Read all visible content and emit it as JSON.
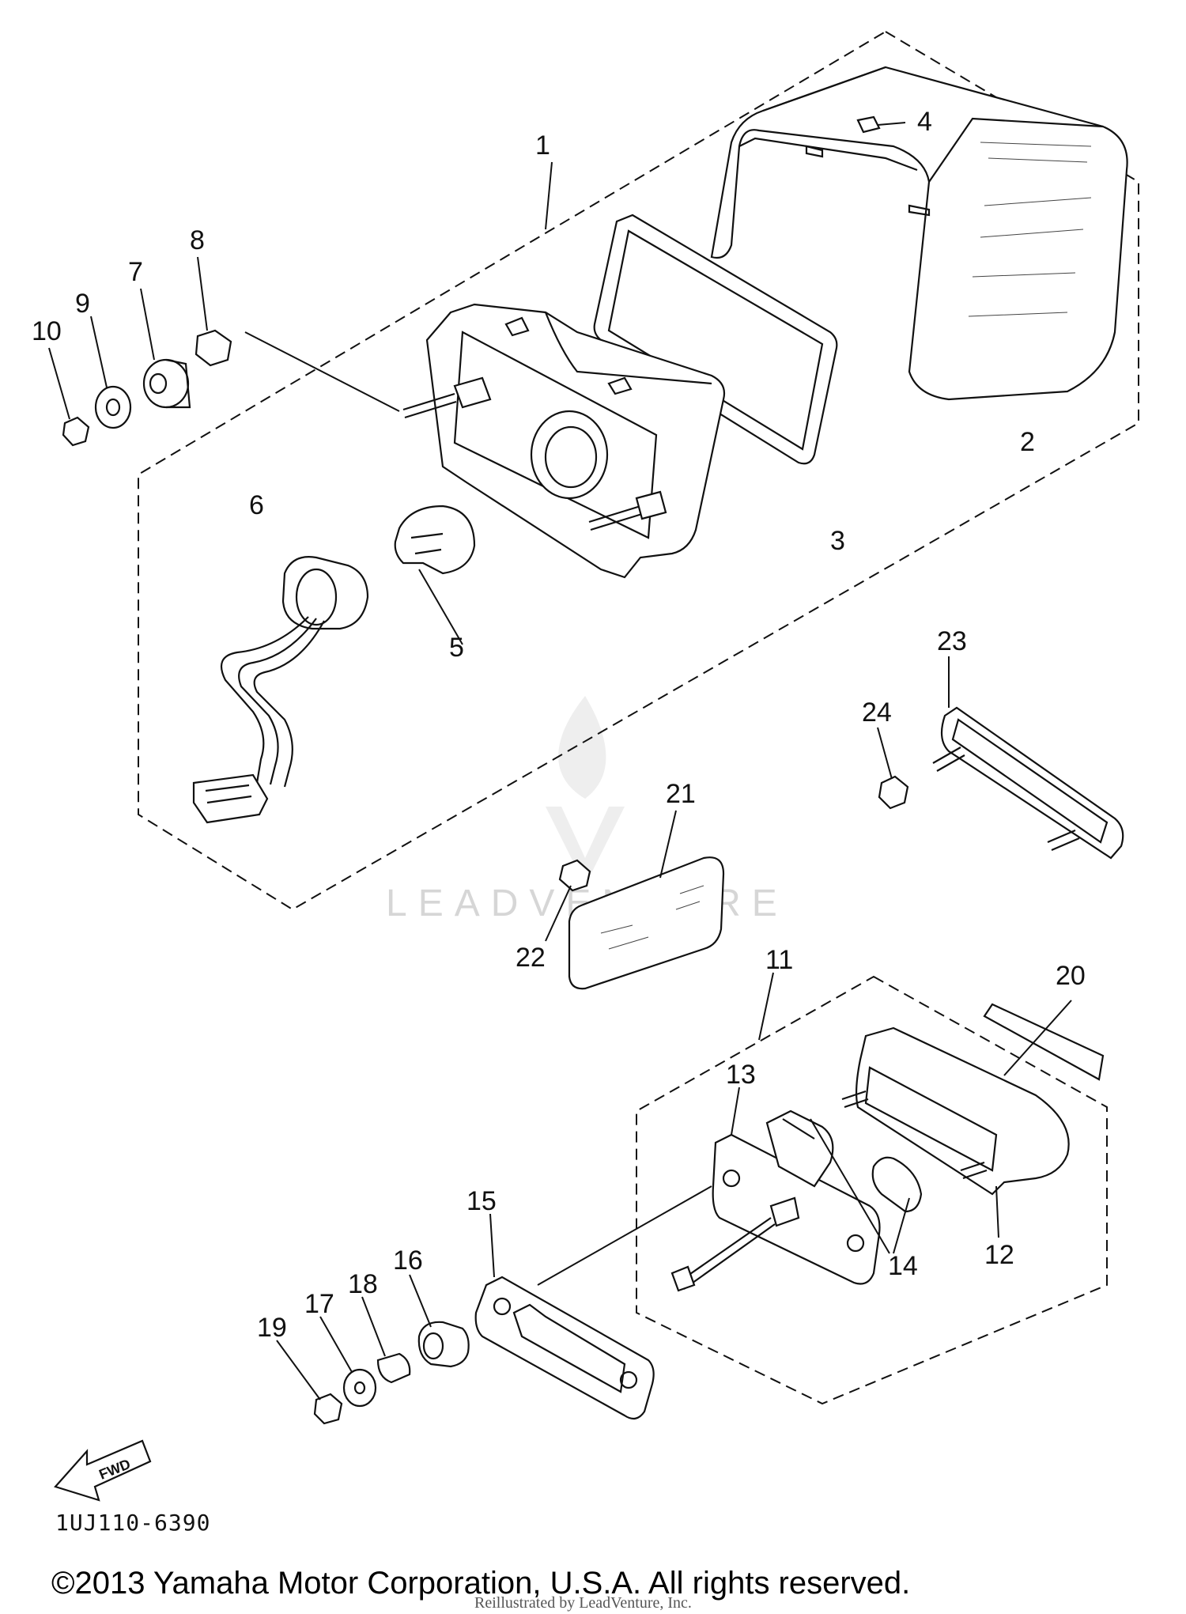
{
  "diagram": {
    "callouts": [
      {
        "id": "c1",
        "label": "1"
      },
      {
        "id": "c2",
        "label": "2"
      },
      {
        "id": "c3",
        "label": "3"
      },
      {
        "id": "c4",
        "label": "4"
      },
      {
        "id": "c5",
        "label": "5"
      },
      {
        "id": "c6",
        "label": "6"
      },
      {
        "id": "c7",
        "label": "7"
      },
      {
        "id": "c8",
        "label": "8"
      },
      {
        "id": "c9",
        "label": "9"
      },
      {
        "id": "c10",
        "label": "10"
      },
      {
        "id": "c11",
        "label": "11"
      },
      {
        "id": "c12",
        "label": "12"
      },
      {
        "id": "c13",
        "label": "13"
      },
      {
        "id": "c14",
        "label": "14"
      },
      {
        "id": "c15",
        "label": "15"
      },
      {
        "id": "c16",
        "label": "16"
      },
      {
        "id": "c17",
        "label": "17"
      },
      {
        "id": "c18",
        "label": "18"
      },
      {
        "id": "c19",
        "label": "19"
      },
      {
        "id": "c20",
        "label": "20"
      },
      {
        "id": "c21",
        "label": "21"
      },
      {
        "id": "c22",
        "label": "22"
      },
      {
        "id": "c23",
        "label": "23"
      },
      {
        "id": "c24",
        "label": "24"
      }
    ],
    "fwd_label": "FWD",
    "part_number": "1UJ110-6390",
    "copyright": "©2013 Yamaha Motor Corporation, U.S.A. All rights reserved.",
    "watermark": "LEADVENTURE",
    "subcaption": "Reillustrated by LeadVenture, Inc."
  }
}
